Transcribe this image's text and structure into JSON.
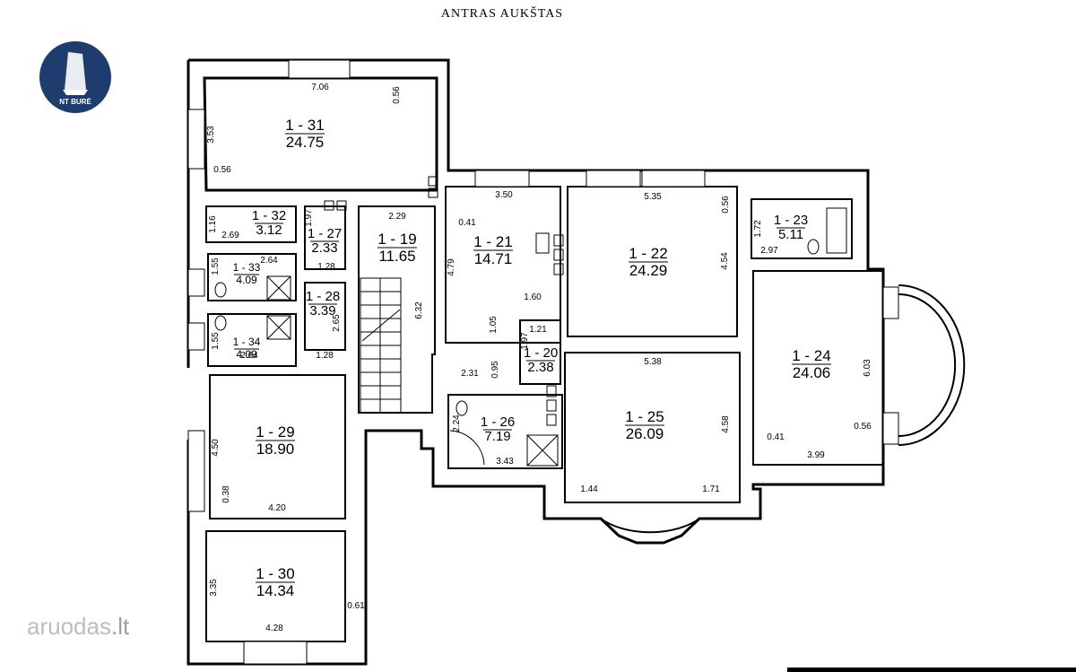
{
  "title": "ANTRAS AUKŠTAS",
  "logo": {
    "text": "NT BURĖ",
    "color": "#1f3c6e"
  },
  "watermark": {
    "text": "aruodas",
    "suffix": ".lt",
    "color": "#bdbdbd"
  },
  "rooms": [
    {
      "id": "1 - 31",
      "area": "24.75"
    },
    {
      "id": "1 - 32",
      "area": "3.12"
    },
    {
      "id": "1 - 27",
      "area": "2.33"
    },
    {
      "id": "1 - 19",
      "area": "11.65"
    },
    {
      "id": "1 - 21",
      "area": "14.71"
    },
    {
      "id": "1 - 22",
      "area": "24.29"
    },
    {
      "id": "1 - 23",
      "area": "5.11"
    },
    {
      "id": "1 - 33",
      "area": "4.09"
    },
    {
      "id": "1 - 28",
      "area": "3.39"
    },
    {
      "id": "1 - 34",
      "area": "4.09"
    },
    {
      "id": "1 - 20",
      "area": "2.38"
    },
    {
      "id": "1 - 24",
      "area": "24.06"
    },
    {
      "id": "1 - 29",
      "area": "18.90"
    },
    {
      "id": "1 - 26",
      "area": "7.19"
    },
    {
      "id": "1 - 25",
      "area": "26.09"
    },
    {
      "id": "1 - 30",
      "area": "14.34"
    }
  ],
  "dimensions": [
    "7.06",
    "0.56",
    "3.53",
    "0.56",
    "1.16",
    "2.69",
    "1.97",
    "2.29",
    "0.41",
    "3.50",
    "5.35",
    "0.56",
    "1.72",
    "2.97",
    "1.55",
    "2.64",
    "1.28",
    "4.79",
    "4.54",
    "6.32",
    "2.65",
    "1.60",
    "1.05",
    "1.21",
    "1.97",
    "1.55",
    "2.64",
    "1.28",
    "0.95",
    "2.31",
    "5.38",
    "6.03",
    "4.58",
    "0.41",
    "0.56",
    "2.24",
    "3.43",
    "3.99",
    "4.50",
    "0.38",
    "4.20",
    "1.44",
    "1.71",
    "3.35",
    "0.61",
    "4.28"
  ]
}
